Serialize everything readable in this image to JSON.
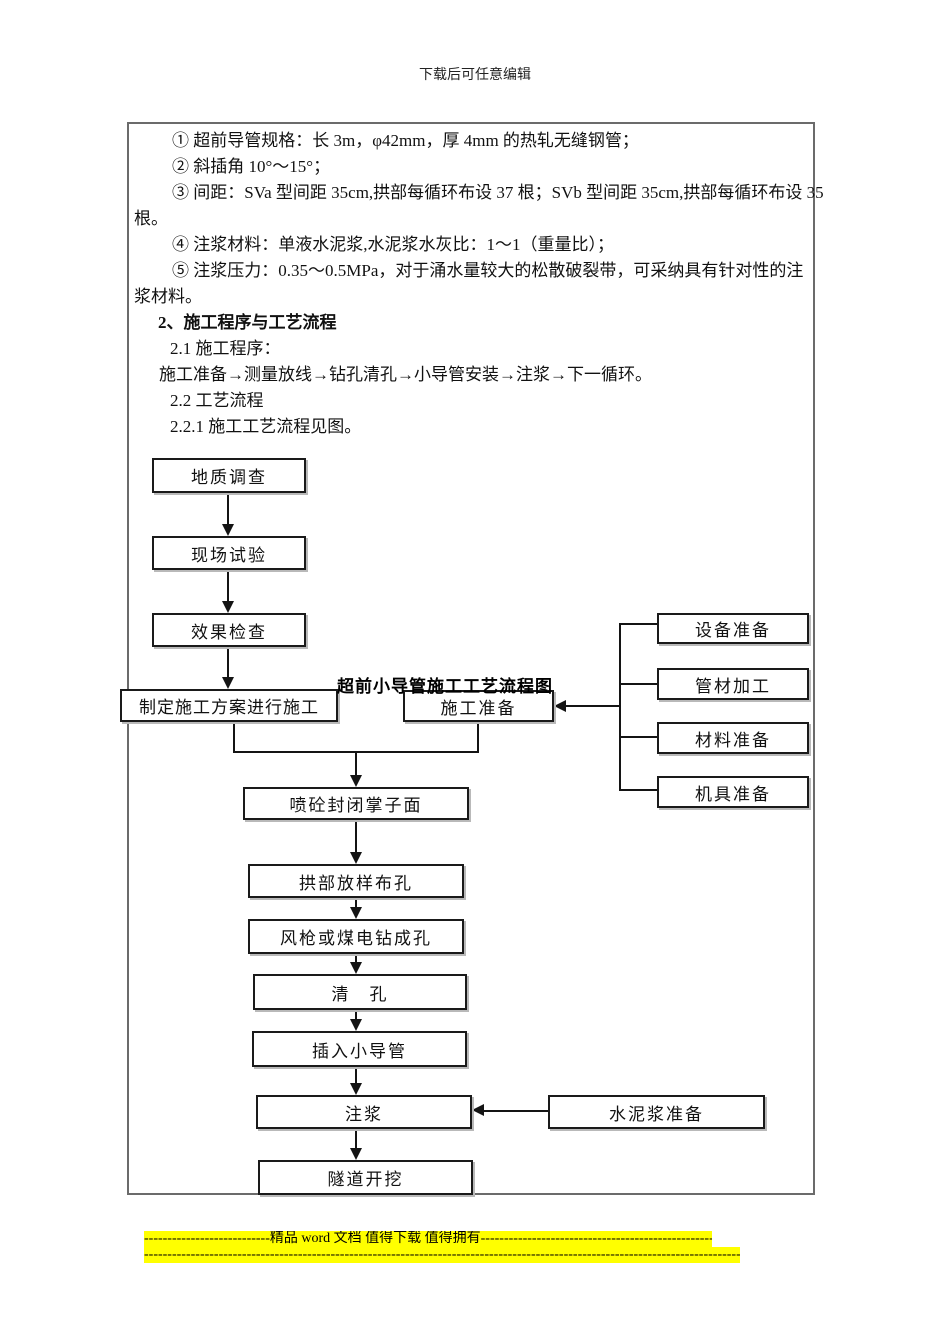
{
  "page": {
    "header_note": "下载后可任意编辑"
  },
  "document": {
    "lines": [
      "① 超前导管规格：长 3m，φ42mm，厚 4mm 的热轧无缝钢管；",
      "② 斜插角 10°～15°；",
      "③ 间距：SVa 型间距 35cm,拱部每循环布设 37 根；SVb 型间距 35cm,拱部每循环布设 35",
      "根。",
      "④ 注浆材料：单液水泥浆,水泥浆水灰比：1～1（重量比）；",
      "⑤ 注浆压力：0.35～0.5MPa，对于涌水量较大的松散破裂带，可采纳具有针对性的注",
      "浆材料。",
      "2、施工程序与工艺流程",
      "2.1 施工程序：",
      "施工准备→测量放线→钻孔清孔→小导管安装→注浆→下一循环。",
      "2.2 工艺流程",
      "2.2.1 施工工艺流程见图。"
    ]
  },
  "flowchart": {
    "title": "超前小导管施工工艺流程图",
    "boxes": {
      "geological_survey": "地质调查",
      "field_test": "现场试验",
      "effect_inspection": "效果检查",
      "make_plan": "制定施工方案进行施工",
      "construction_prep": "施工准备",
      "equipment_prep": "设备准备",
      "pipe_processing": "管材加工",
      "material_prep": "材料准备",
      "tool_prep": "机具准备",
      "shotcrete_seal": "喷砼封闭掌子面",
      "arch_layout": "拱部放样布孔",
      "drill_holes": "风枪或煤电钻成孔",
      "clean_holes": "清　孔",
      "insert_pipe": "插入小导管",
      "grouting": "注浆",
      "tunnel_excavation": "隧道开挖",
      "cement_prep": "水泥浆准备"
    }
  },
  "footer": {
    "highlight_color": "#ffff00",
    "line1": "---------------------------精品 word 文档 值得下载 值得拥有----------------------------------------------------------------------",
    "line2": "----------------------------------------------------------------------------------------------------------------------------------------"
  }
}
